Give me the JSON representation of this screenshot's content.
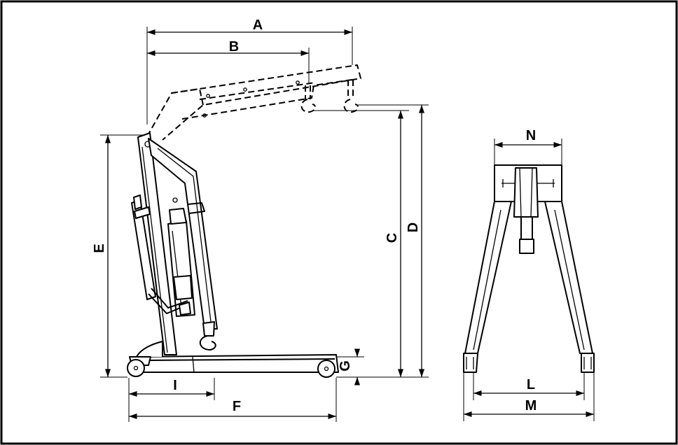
{
  "labels": {
    "A": "A",
    "B": "B",
    "C": "C",
    "D": "D",
    "E": "E",
    "F": "F",
    "G": "G",
    "I": "I",
    "L": "L",
    "M": "M",
    "N": "N"
  },
  "colors": {
    "stroke": "#000000",
    "background": "#ffffff"
  }
}
